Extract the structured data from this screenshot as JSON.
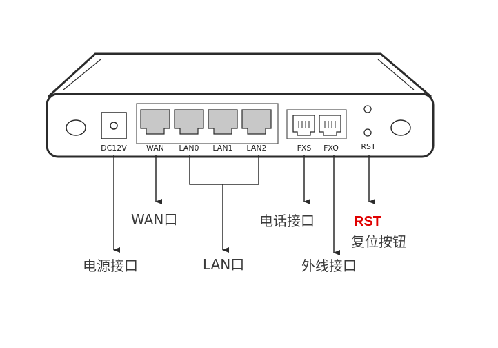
{
  "ports": {
    "dc": "DC12V",
    "wan": "WAN",
    "lan0": "LAN0",
    "lan1": "LAN1",
    "lan2": "LAN2",
    "fxs": "FXS",
    "fxo": "FXO",
    "rst": "RST"
  },
  "callouts": {
    "wan": "WAN口",
    "power": "电源接口",
    "lan": "LAN口",
    "phone": "电话接口",
    "external": "外线接口",
    "rst_title": "RST",
    "rst_desc": "复位按钮"
  },
  "colors": {
    "outline": "#2b2b2b",
    "port_fill": "#c8c8c8",
    "highlight": "#e00000"
  }
}
